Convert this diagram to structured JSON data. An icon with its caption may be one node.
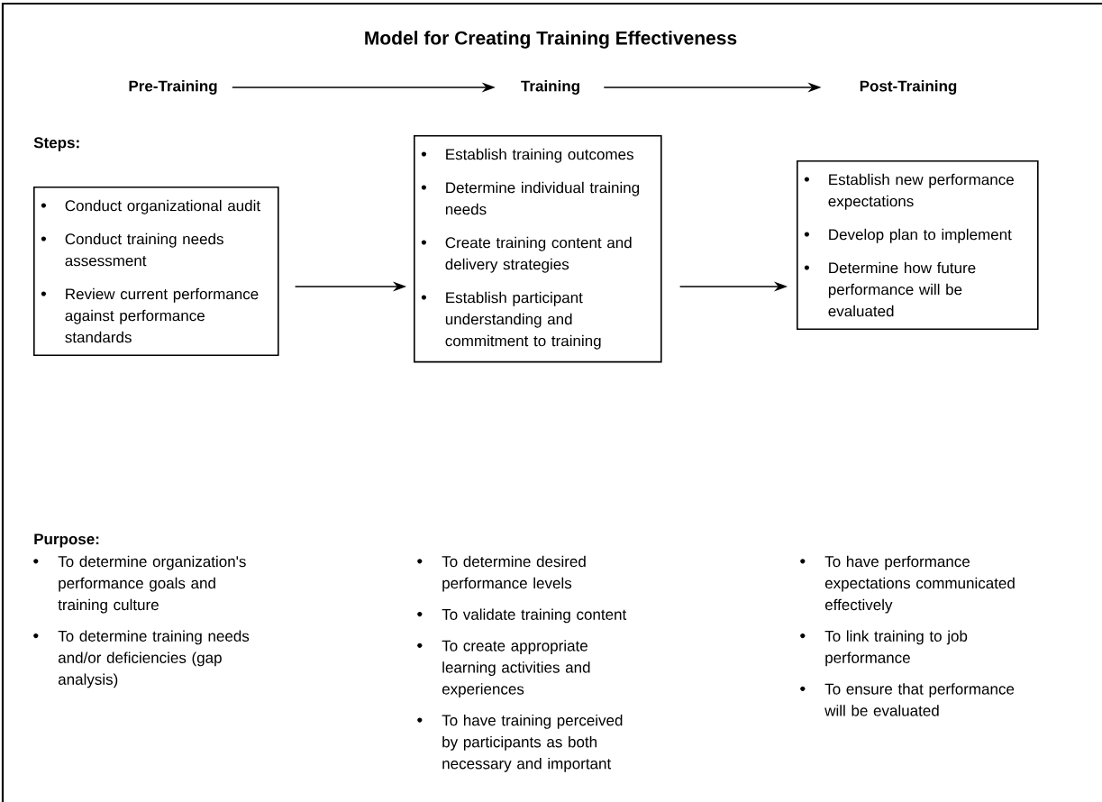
{
  "diagram": {
    "title": "Model for Creating Training Effectiveness",
    "nodes": [
      {
        "text": [
          "Pre-Training"
        ]
      },
      {
        "text": [
          "Training"
        ]
      },
      {
        "text": [
          "Post-Training"
        ]
      },
      {
        "text": [
          "Conduct organizational audit",
          "Conduct training needs assessment",
          "Review current performance against performance standards"
        ]
      },
      {
        "text": [
          "Establish training outcomes",
          "Determine individual training needs",
          "Create training content and delivery strategies",
          "Establish participant understanding and commitment to training"
        ]
      },
      {
        "text": [
          "Establish new performance expectations",
          "Develop plan to implement",
          "Determine how future performance will be evaluated"
        ]
      }
    ],
    "edges": [
      {
        "from": 0,
        "to": 1,
        "arrow": "to"
      },
      {
        "from": 1,
        "to": 2,
        "arrow": "to"
      },
      {
        "from": 3,
        "to": 4,
        "arrow": "to"
      },
      {
        "from": 4,
        "to": 5,
        "arrow": "to"
      }
    ],
    "labels": [
      "Steps:",
      "Purpose:",
      "To determine organization's performance goals and training culture",
      "To determine training needs and/or deficiencies (gap analysis)",
      "To determine desired performance levels",
      "To validate training content",
      "To create appropriate learning activities and experiences",
      "To have training perceived by participants as both necessary and important",
      "To have performance expectations communicated effectively",
      "To link training to job performance",
      "To ensure that performance will be evaluated"
    ]
  }
}
